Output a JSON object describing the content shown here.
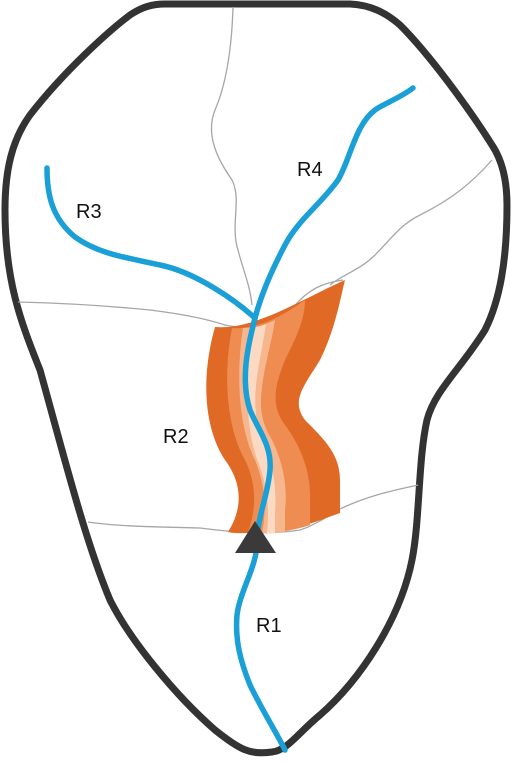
{
  "reach_labels": {
    "r1": "R1",
    "r2": "R2",
    "r3": "R3",
    "r4": "R4"
  },
  "colors": {
    "outline": "#333333",
    "subbasin_boundary": "#a6a6a6",
    "river": "#1a9fd6",
    "outlet_marker": "#3a3a3a",
    "zone_dark": "#e06a25",
    "zone_mid": "#ee8c52",
    "zone_light": "#f6b78e",
    "zone_pale": "#fbd9c2"
  }
}
